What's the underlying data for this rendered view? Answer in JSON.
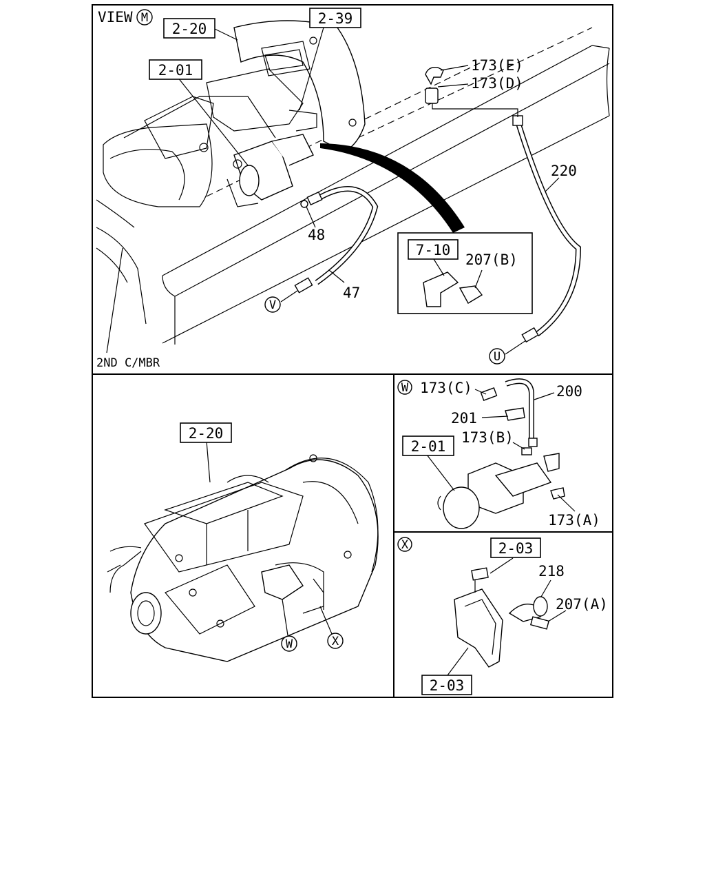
{
  "top": {
    "view_label": "VIEW",
    "view_mark": "M",
    "ref_2_20": "2-20",
    "ref_2_39": "2-39",
    "ref_2_01": "2-01",
    "ref_7_10": "7-10",
    "part_173E": "173(E)",
    "part_173D": "173(D)",
    "part_220": "220",
    "part_48": "48",
    "part_47": "47",
    "part_207B": "207(B)",
    "mark_V": "V",
    "mark_U": "U",
    "crossmember": "2ND C/MBR"
  },
  "left": {
    "ref_2_20": "2-20",
    "mark_W": "W",
    "mark_X": "X"
  },
  "detail_w": {
    "mark": "W",
    "part_173C": "173(C)",
    "part_200": "200",
    "part_201": "201",
    "part_173B": "173(B)",
    "ref_2_01": "2-01",
    "part_173A": "173(A)"
  },
  "detail_x": {
    "mark": "X",
    "ref_2_03_top": "2-03",
    "part_218": "218",
    "part_207A": "207(A)",
    "ref_2_03_bottom": "2-03"
  }
}
